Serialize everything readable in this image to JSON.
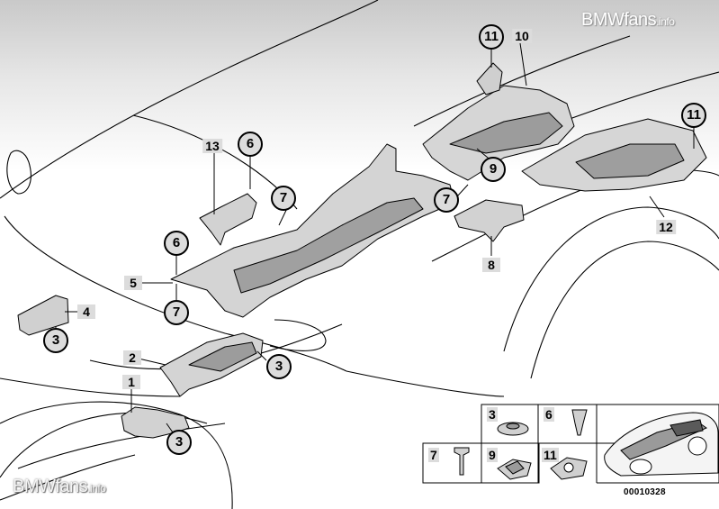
{
  "watermark": {
    "top_main": "BMWfans",
    "top_suffix": ".info",
    "bottom_main": "BMWfans",
    "bottom_suffix": ".info"
  },
  "diagram_code": "00010328",
  "callouts": {
    "c11_top": "11",
    "c10": "10",
    "c11_right": "11",
    "c13": "13",
    "c6_upper": "6",
    "c7_upper": "7",
    "c9": "9",
    "c7_mid": "7",
    "c8": "8",
    "c12": "12",
    "c6_lower": "6",
    "c5": "5",
    "c7_lower": "7",
    "c4": "4",
    "c3_left": "3",
    "c2": "2",
    "c3_mid": "3",
    "c1": "1",
    "c3_bottom": "3"
  },
  "legend": {
    "cell_3": "3",
    "cell_6": "6",
    "cell_7": "7",
    "cell_9": "9",
    "cell_11": "11"
  },
  "colors": {
    "ink": "#000000",
    "part_fill": "#d8d8d8",
    "part_dark": "#9a9a9a",
    "label_bg": "#dcdcdc"
  }
}
